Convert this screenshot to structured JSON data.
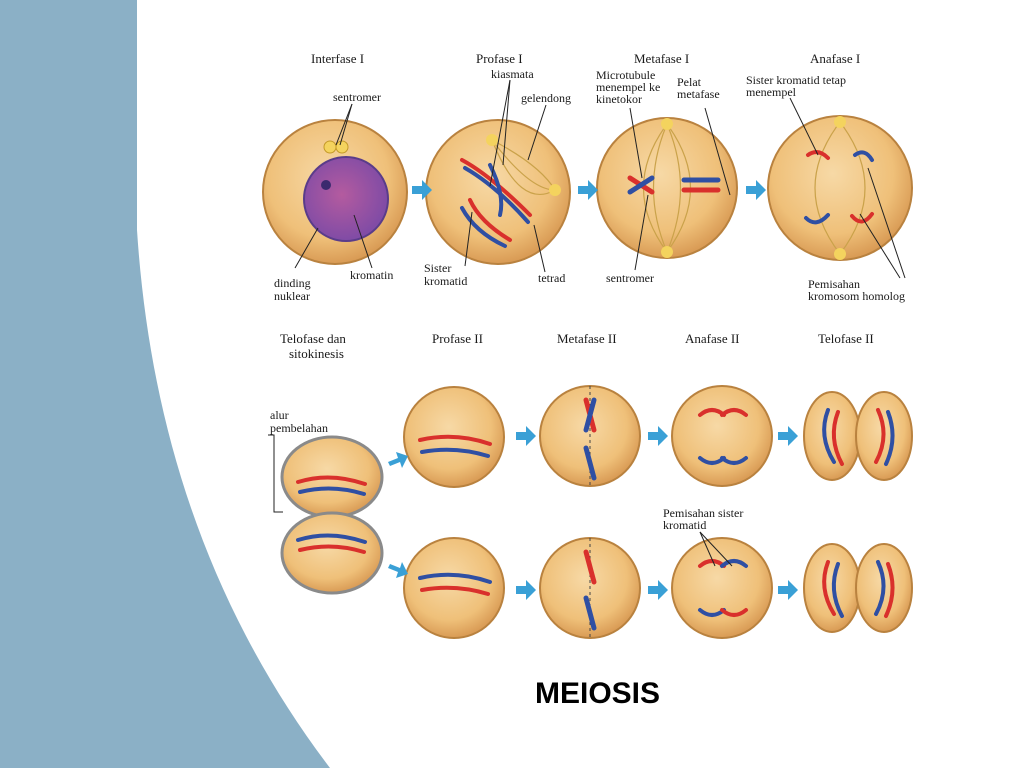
{
  "slide": {
    "title": "MEIOSIS",
    "colors": {
      "side_panel": "#8bb0c6",
      "cell_fill": "#f0c585",
      "cell_stroke": "#b9823f",
      "arrow": "#3aa0d6",
      "chrom_red": "#d9302c",
      "chrom_blue": "#2f4fa3"
    }
  },
  "row1": {
    "stages": [
      "Interfase I",
      "Profase I",
      "Metafase I",
      "Anafase I"
    ],
    "labels": {
      "sentromer_top": "sentromer",
      "dinding": "dinding",
      "nuklear": "nuklear",
      "kromatin": "kromatin",
      "kiasmata": "kiasmata",
      "gelendong": "gelendong",
      "sister": "Sister",
      "kromatid": "kromatid",
      "tetrad": "tetrad",
      "microtubule_1": "Microtubule",
      "microtubule_2": "menempel ke",
      "microtubule_3": "kinetokor",
      "pelat_1": "Pelat",
      "pelat_2": "metafase",
      "sentromer_bottom": "sentromer",
      "sister_tetap_1": "Sister kromatid tetap",
      "sister_tetap_2": "menempel",
      "pemisahan_1": "Pemisahan",
      "pemisahan_2": "kromosom homolog"
    }
  },
  "row2": {
    "stages": [
      "Telofase  dan",
      "sitokinesis",
      "Profase II",
      "Metafase II",
      "Anafase II",
      "Telofase II"
    ],
    "labels": {
      "alur": "alur",
      "pembelahan": "pembelahan",
      "pemisahan_sister_1": "Pemisahan sister",
      "pemisahan_sister_2": "kromatid"
    }
  }
}
